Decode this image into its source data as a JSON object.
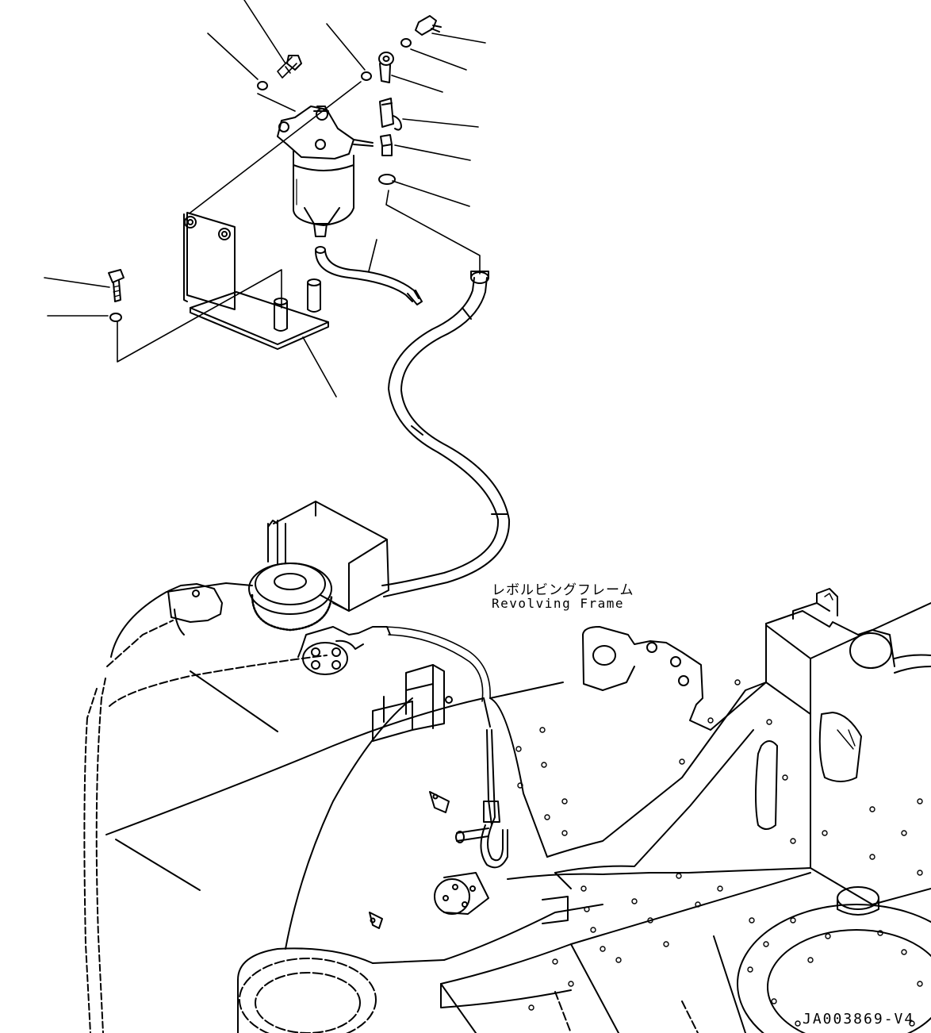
{
  "drawing": {
    "label_jp": "レボルビングフレーム",
    "label_en": "Revolving Frame",
    "drawing_code": "JA003869-V4"
  },
  "parts": [
    {
      "name": "filter-mount-bolt"
    },
    {
      "name": "filter-mount-washer"
    },
    {
      "name": "filter-port-washer"
    },
    {
      "name": "banjo-bolt"
    },
    {
      "name": "banjo-washer"
    },
    {
      "name": "banjo-elbow"
    },
    {
      "name": "hose-fitting"
    },
    {
      "name": "adapter-nipple"
    },
    {
      "name": "o-ring"
    },
    {
      "name": "fuel-filter"
    },
    {
      "name": "filter-bracket"
    },
    {
      "name": "drain-hose"
    },
    {
      "name": "bracket-bolt"
    },
    {
      "name": "bracket-washer"
    },
    {
      "name": "fuel-hose"
    },
    {
      "name": "fuel-tank"
    },
    {
      "name": "revolving-frame"
    }
  ]
}
